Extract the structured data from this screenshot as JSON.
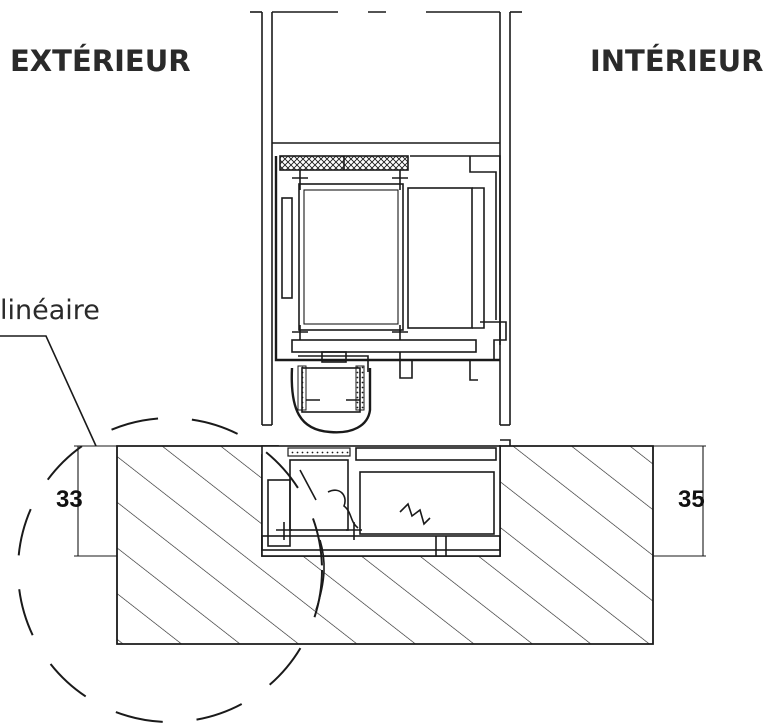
{
  "labels": {
    "exterior": "EXTÉRIEUR",
    "interior": "INTÉRIEUR",
    "callout": "linéaire",
    "dim_left": "33",
    "dim_right": "35"
  },
  "colors": {
    "line": "#1a1a1a",
    "text": "#2a2a2a",
    "background": "#ffffff"
  }
}
